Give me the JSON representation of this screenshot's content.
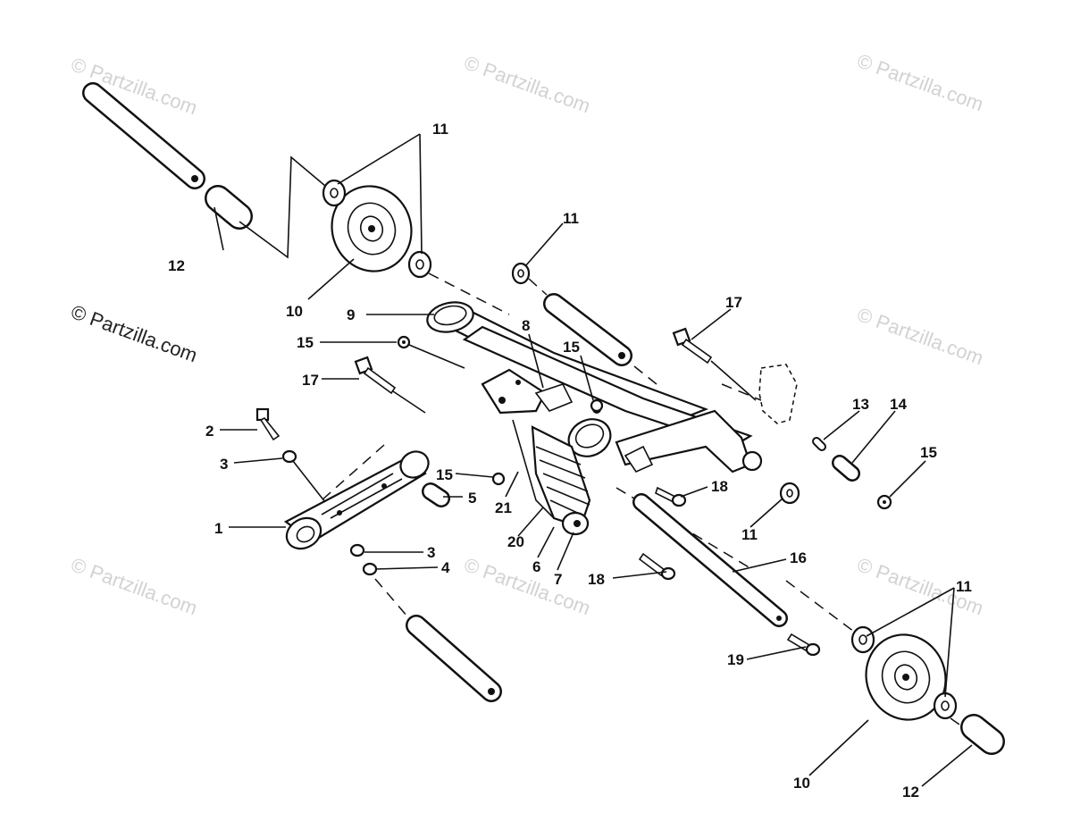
{
  "diagram": {
    "watermarks": [
      "© Partzilla.com",
      "© Partzilla.com",
      "© Partzilla.com",
      "© Partzilla.com",
      "© Partzilla.com",
      "© Partzilla.com",
      "© Partzilla.com",
      "© Partzilla.com"
    ],
    "watermark_primary": "© Partzilla.com",
    "callouts": {
      "c1": "1",
      "c2": "2",
      "c3a": "3",
      "c3b": "3",
      "c4": "4",
      "c5": "5",
      "c6": "6",
      "c7": "7",
      "c8": "8",
      "c9": "9",
      "c10a": "10",
      "c10b": "10",
      "c11a": "11",
      "c11b": "11",
      "c11c": "11",
      "c11d": "11",
      "c12a": "12",
      "c12b": "12",
      "c13": "13",
      "c14": "14",
      "c15a": "15",
      "c15b": "15",
      "c15c": "15",
      "c15d": "15",
      "c16": "16",
      "c17a": "17",
      "c17b": "17",
      "c18a": "18",
      "c18b": "18",
      "c19": "19",
      "c20": "20",
      "c21": "21"
    }
  }
}
